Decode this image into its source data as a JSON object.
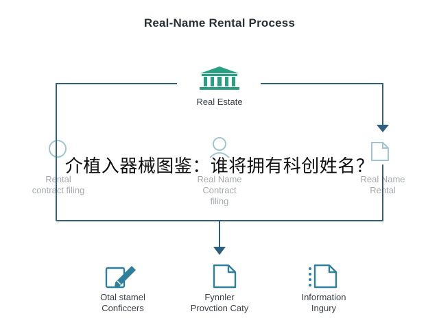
{
  "diagram": {
    "title": "Real-Name Rental Process",
    "top_node": {
      "label": "Real Estate"
    },
    "middle_nodes": [
      {
        "line1": "Rental",
        "line2": "contract filing"
      },
      {
        "line1": "Real Name",
        "line2": "Contract",
        "line3": "filing"
      },
      {
        "line1": "Real Name",
        "line2": "Rental"
      }
    ],
    "bottom_nodes": [
      {
        "line1": "Otal stamel",
        "line2": "Conficcers"
      },
      {
        "line1": "Fynnler",
        "line2": "Provction Caty"
      },
      {
        "line1": "Information",
        "line2": "Ingury"
      }
    ],
    "colors": {
      "line": "#2f5f7e",
      "icon": "#2e7f9b",
      "building": "#2aa082",
      "text": "#3a3f46"
    }
  },
  "overlay_text": "介植入器械图鉴：谁将拥有科创姓名？"
}
